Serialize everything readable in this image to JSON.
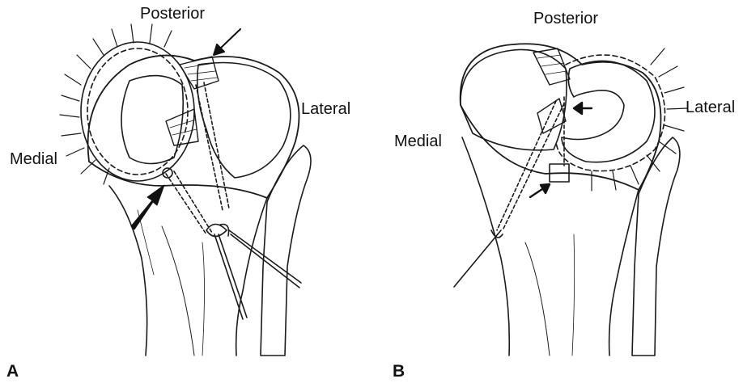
{
  "panels": [
    {
      "letter": "A",
      "labels": {
        "posterior": "Posterior",
        "lateral": "Lateral",
        "medial": "Medial"
      }
    },
    {
      "letter": "B",
      "labels": {
        "posterior": "Posterior",
        "lateral": "Lateral",
        "medial": "Medial"
      }
    }
  ],
  "colors": {
    "line": "#1a1a1a",
    "background": "#ffffff"
  },
  "icons": [
    "arrow-icon"
  ]
}
